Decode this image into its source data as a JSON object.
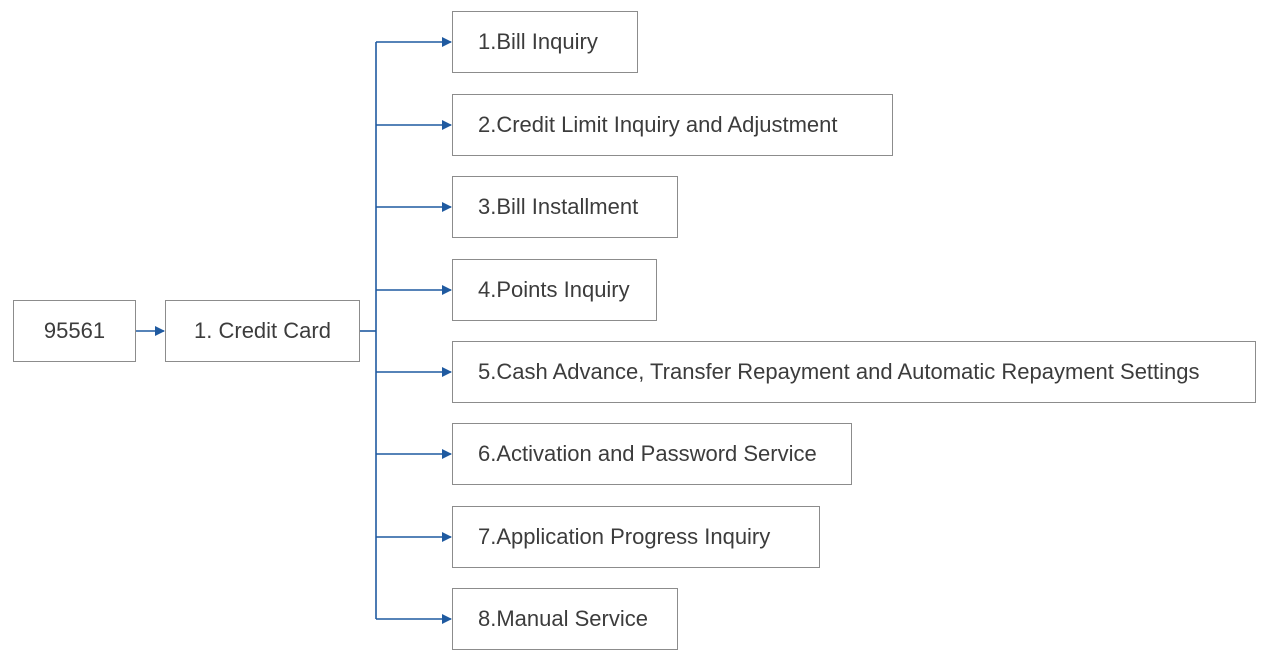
{
  "diagram": {
    "edge_color": "#1f5aa0",
    "border_color": "#8c8c8c",
    "text_color": "#3c3c3c",
    "root": {
      "label": "95561"
    },
    "category": {
      "label": "1. Credit Card"
    },
    "options": [
      {
        "label": "1.Bill Inquiry"
      },
      {
        "label": "2.Credit Limit Inquiry and Adjustment"
      },
      {
        "label": "3.Bill Installment"
      },
      {
        "label": "4.Points Inquiry"
      },
      {
        "label": "5.Cash Advance, Transfer Repayment and Automatic Repayment Settings"
      },
      {
        "label": "6.Activation and Password Service"
      },
      {
        "label": "7.Application Progress Inquiry"
      },
      {
        "label": "8.Manual Service"
      }
    ],
    "edges": [
      {
        "from": "root",
        "to": "category"
      },
      {
        "from": "category",
        "to": "option-1"
      },
      {
        "from": "category",
        "to": "option-2"
      },
      {
        "from": "category",
        "to": "option-3"
      },
      {
        "from": "category",
        "to": "option-4"
      },
      {
        "from": "category",
        "to": "option-5"
      },
      {
        "from": "category",
        "to": "option-6"
      },
      {
        "from": "category",
        "to": "option-7"
      },
      {
        "from": "category",
        "to": "option-8"
      }
    ]
  }
}
